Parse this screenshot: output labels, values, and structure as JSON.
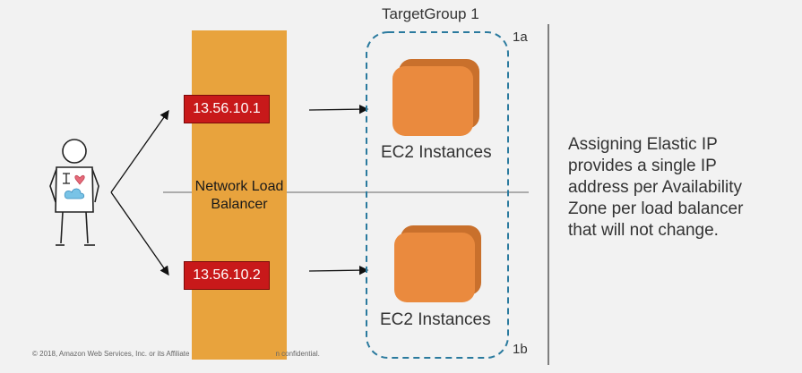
{
  "target_group": {
    "title": "TargetGroup 1",
    "az_top": "1a",
    "az_bottom": "1b"
  },
  "load_balancer": {
    "label_line1": "Network Load",
    "label_line2": "Balancer"
  },
  "ips": {
    "top": "13.56.10.1",
    "bottom": "13.56.10.2"
  },
  "instances": {
    "top_label": "EC2 Instances",
    "bottom_label": "EC2 Instances"
  },
  "side_text": [
    "Assigning Elastic IP",
    "provides a single IP",
    "address per Availability",
    "Zone per load balancer",
    "that will not change."
  ],
  "footer": {
    "left": "© 2018, Amazon Web Services, Inc. or its Affiliate",
    "right": "n confidential."
  },
  "colors": {
    "load_balancer": "#e8a33d",
    "ip_box": "#c8191a",
    "instance": "#ea8a3e",
    "target_group_border": "#2a7a9e"
  },
  "icons": {
    "user": "user-love-cloud-icon",
    "instance": "ec2-instance-icon"
  }
}
